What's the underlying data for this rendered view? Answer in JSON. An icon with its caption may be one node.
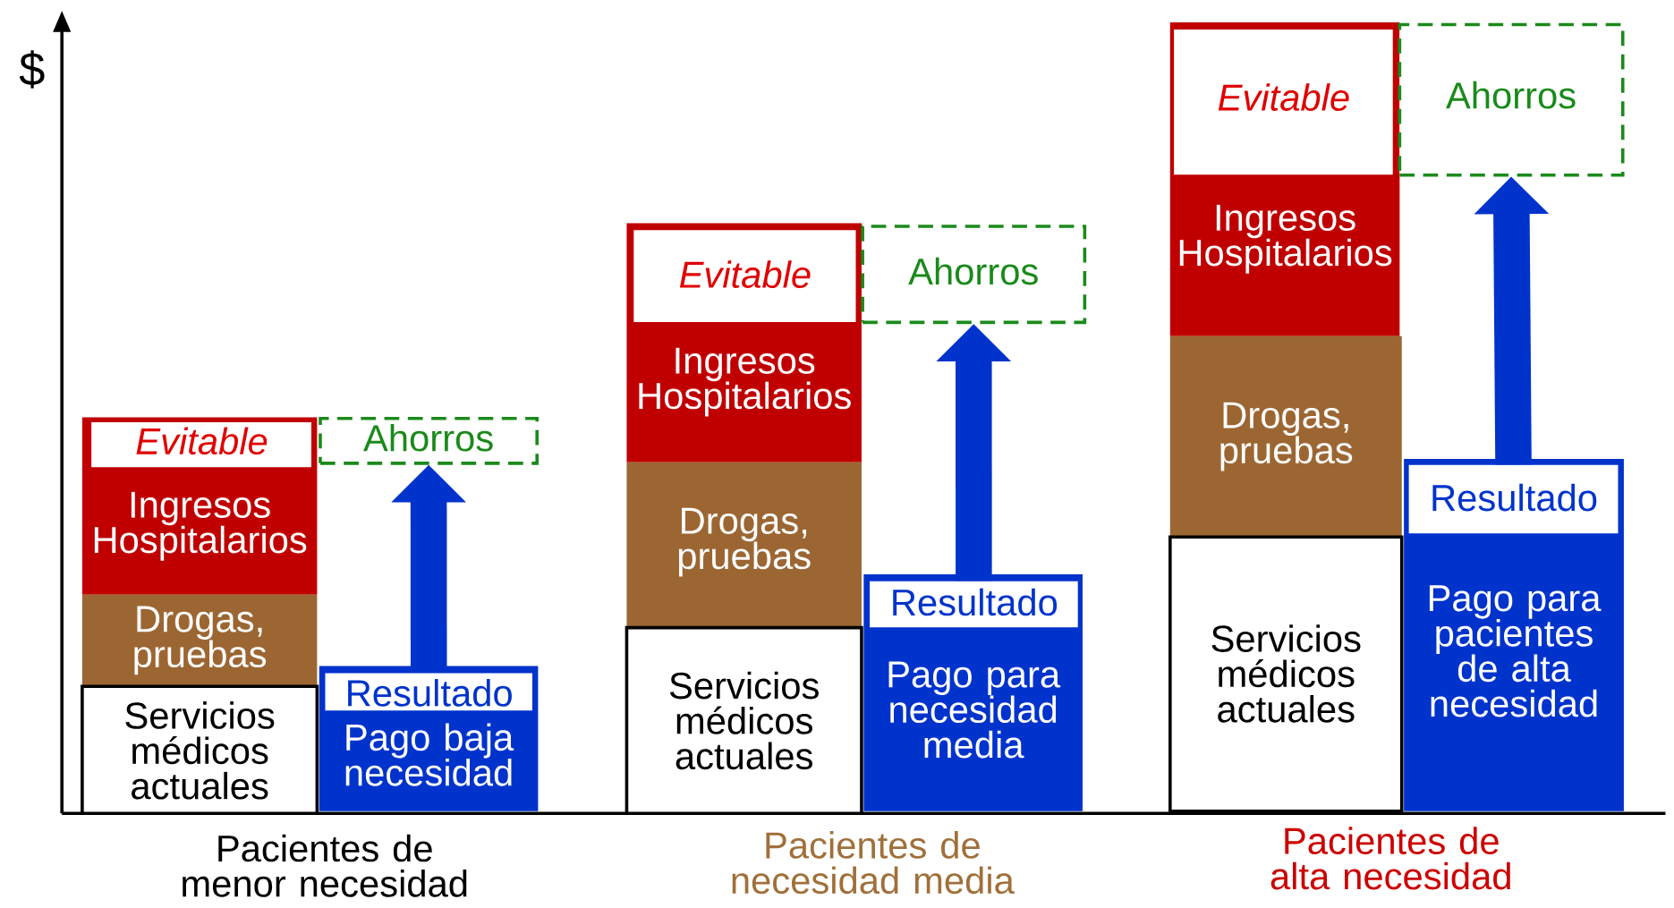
{
  "diagram": {
    "nodes": [
      {
        "text": [
          "Ingresos Hospitalarios"
        ]
      },
      {
        "text": [
          "Evitable"
        ],
        "in": 0
      },
      {
        "text": [
          "Drogas, pruebas"
        ]
      },
      {
        "text": [
          "Servicios médicos actuales"
        ]
      },
      {
        "text": [
          "Ahorros"
        ]
      },
      {
        "text": [
          "Pago baja necesidad"
        ]
      },
      {
        "text": [
          "Resultado"
        ],
        "in": 5
      },
      {
        "text": [
          "Ingresos Hospitalarios"
        ]
      },
      {
        "text": [
          "Evitable"
        ],
        "in": 7
      },
      {
        "text": [
          "Drogas, pruebas"
        ]
      },
      {
        "text": [
          "Servicios médicos actuales"
        ]
      },
      {
        "text": [
          "Ahorros"
        ]
      },
      {
        "text": [
          "Pago para necesidad media"
        ]
      },
      {
        "text": [
          "Resultado"
        ],
        "in": 12
      },
      {
        "text": [
          "Ingresos Hospitalarios"
        ]
      },
      {
        "text": [
          "Evitable"
        ],
        "in": 14
      },
      {
        "text": [
          "Drogas, pruebas"
        ]
      },
      {
        "text": [
          "Servicios médicos actuales"
        ]
      },
      {
        "text": [
          "Ahorros"
        ]
      },
      {
        "text": [
          "Pago para pacientes de alta necesidad"
        ]
      },
      {
        "text": [
          "Resultado"
        ],
        "in": 19
      }
    ],
    "edges": [
      {
        "from": 6,
        "to": 4,
        "arrow": "to"
      },
      {
        "from": 13,
        "to": 11,
        "arrow": "to"
      },
      {
        "from": 20,
        "to": 18,
        "arrow": "to"
      }
    ],
    "labels": [
      "$",
      "Pacientes de menor necesidad",
      "Pacientes de necesidad media",
      "Pacientes de alta necesidad"
    ]
  }
}
